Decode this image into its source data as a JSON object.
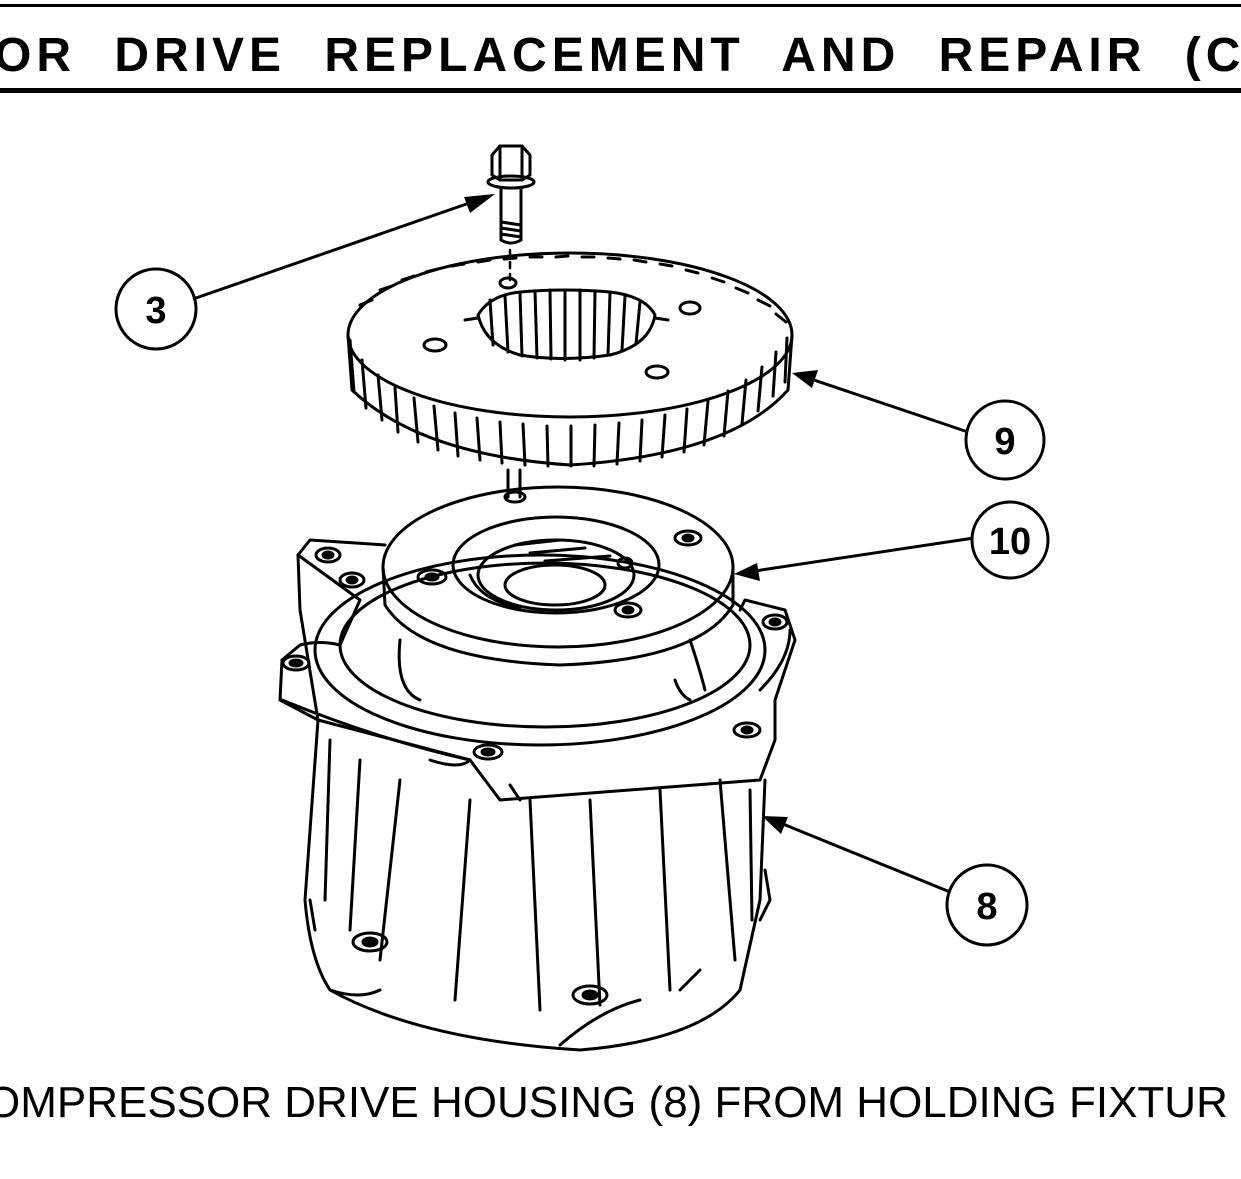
{
  "header": {
    "title": "OR DRIVE REPLACEMENT AND REPAIR (CO"
  },
  "figure": {
    "callouts": [
      {
        "id": "3",
        "label": "3",
        "part": "screw-icon"
      },
      {
        "id": "9",
        "label": "9",
        "part": "gear-icon"
      },
      {
        "id": "10",
        "label": "10",
        "part": "flange-icon"
      },
      {
        "id": "8",
        "label": "8",
        "part": "housing-icon"
      }
    ]
  },
  "caption": {
    "text": "OMPRESSOR DRIVE HOUSING (8) FROM HOLDING FIXTUR"
  }
}
